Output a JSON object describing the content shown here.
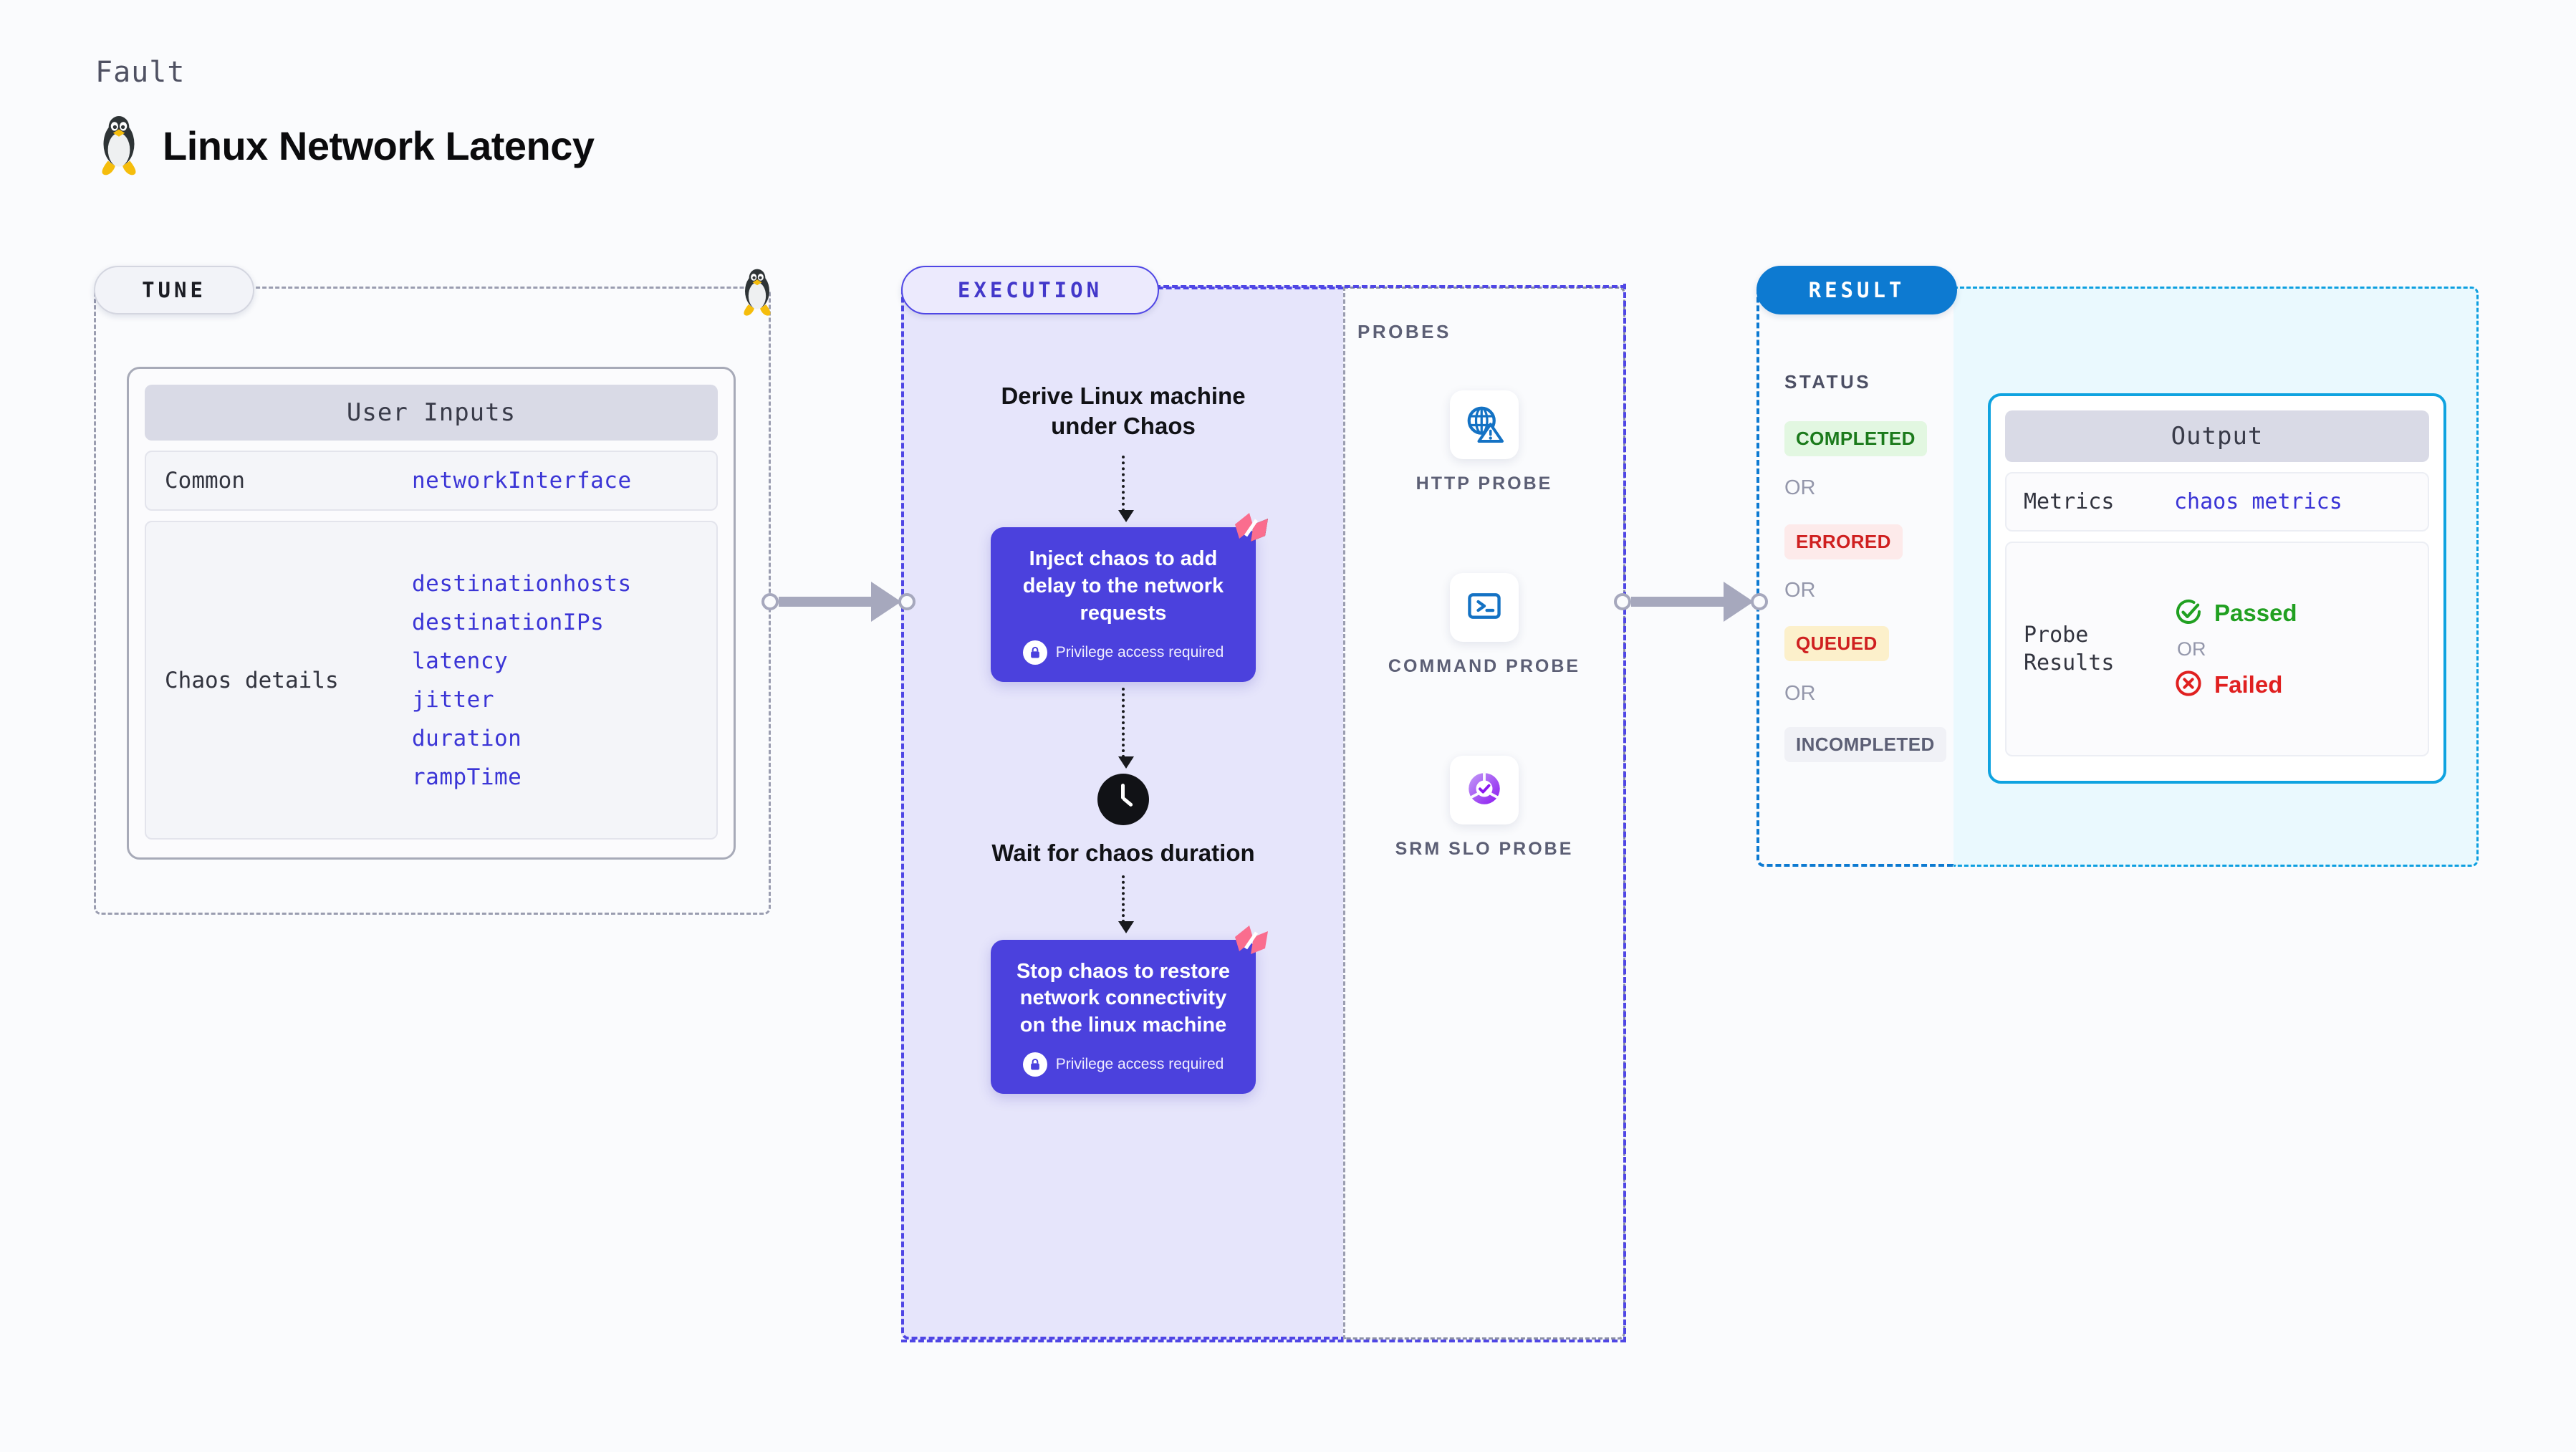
{
  "header": {
    "eyebrow": "Fault",
    "title": "Linux Network Latency",
    "icon": "linux-penguin-icon"
  },
  "colors": {
    "accent_indigo": "#4b41dd",
    "accent_blue": "#0d7ad1",
    "accent_cyan": "#0fa3e0",
    "value_text": "#3b35d6",
    "panel_exec_bg": "#e6e5fb",
    "panel_output_bg": "#eaf9fe",
    "page_bg": "#fafbfd",
    "completed": "#1b7a1b",
    "errored": "#cf2020",
    "queued": "#cf2020",
    "incompleted": "#5c5f75",
    "passed": "#21a021",
    "failed": "#e02020"
  },
  "tune": {
    "label": "TUNE",
    "card_title": "User Inputs",
    "rows": [
      {
        "key": "Common",
        "values": [
          "networkInterface"
        ]
      },
      {
        "key": "Chaos details",
        "values": [
          "destinationhosts",
          "destinationIPs",
          "latency",
          "jitter",
          "duration",
          "rampTime"
        ]
      }
    ]
  },
  "execution": {
    "label": "EXECUTION",
    "steps": [
      {
        "kind": "title",
        "text": "Derive Linux machine under Chaos"
      },
      {
        "kind": "card",
        "text": "Inject chaos to add delay to the network requests",
        "privilege_note": "Privilege access required",
        "badge": "harness-logo-icon",
        "lock": "lock-icon"
      },
      {
        "kind": "wait",
        "icon": "clock-icon",
        "text": "Wait for chaos duration"
      },
      {
        "kind": "card",
        "text": "Stop chaos to restore network connectivity on the linux machine",
        "privilege_note": "Privilege access required",
        "badge": "harness-logo-icon",
        "lock": "lock-icon"
      }
    ]
  },
  "probes": {
    "label": "PROBES",
    "items": [
      {
        "icon": "globe-warning-icon",
        "label": "HTTP PROBE"
      },
      {
        "icon": "terminal-icon",
        "label": "COMMAND PROBE"
      },
      {
        "icon": "slo-donut-check-icon",
        "label": "SRM SLO PROBE"
      }
    ]
  },
  "result": {
    "label": "RESULT",
    "status_label": "STATUS",
    "or_label": "OR",
    "statuses": [
      {
        "text": "COMPLETED",
        "fg": "#1b7a1b",
        "bg": "#e2f7e1"
      },
      {
        "text": "ERRORED",
        "fg": "#cf2020",
        "bg": "#fdeaea"
      },
      {
        "text": "QUEUED",
        "fg": "#cf2020",
        "bg": "#fcf0cb"
      },
      {
        "text": "INCOMPLETED",
        "fg": "#5c5f75",
        "bg": "#f0f1f6"
      }
    ]
  },
  "output": {
    "card_title": "Output",
    "rows": [
      {
        "key": "Metrics",
        "value": "chaos metrics"
      }
    ],
    "probe_results": {
      "key": "Probe Results",
      "passed": "Passed",
      "or_label": "OR",
      "failed": "Failed"
    }
  }
}
